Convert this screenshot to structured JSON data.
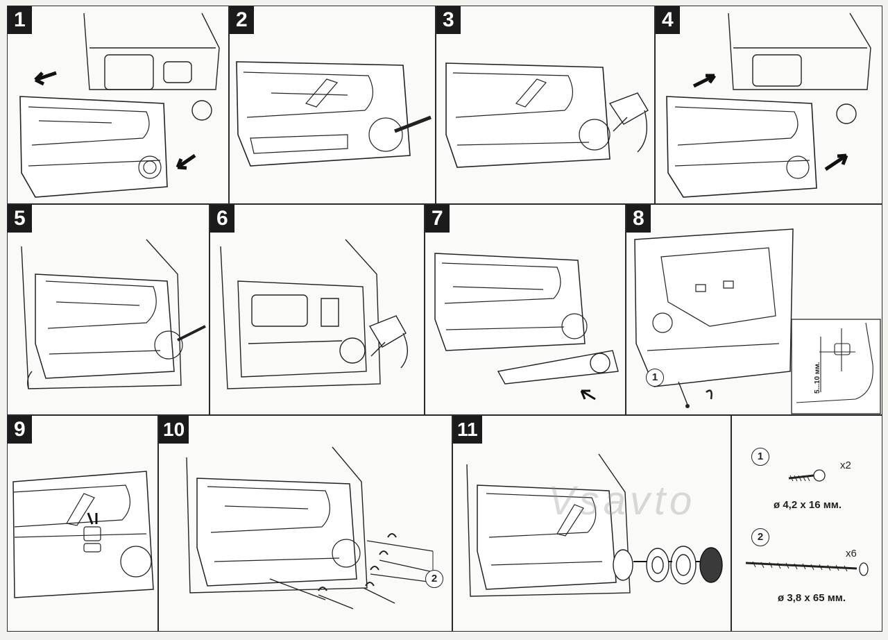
{
  "steps": {
    "s1": "1",
    "s2": "2",
    "s3": "3",
    "s4": "4",
    "s5": "5",
    "s6": "6",
    "s7": "7",
    "s8": "8",
    "s9": "9",
    "s10": "10",
    "s11": "11"
  },
  "callouts": {
    "c1": "1",
    "c2": "2"
  },
  "dimension": "5...10 мм.",
  "fasteners": {
    "screw1": {
      "callout": "1",
      "quantity": "x2",
      "size": "ø 4,2 х 16 мм."
    },
    "screw2": {
      "callout": "2",
      "quantity": "x6",
      "size": "ø 3,8 х 65 мм."
    }
  },
  "watermark": "Vsavto",
  "colors": {
    "ink": "#222222",
    "paper": "#fafaf8",
    "badge": "#1b1b1b"
  }
}
